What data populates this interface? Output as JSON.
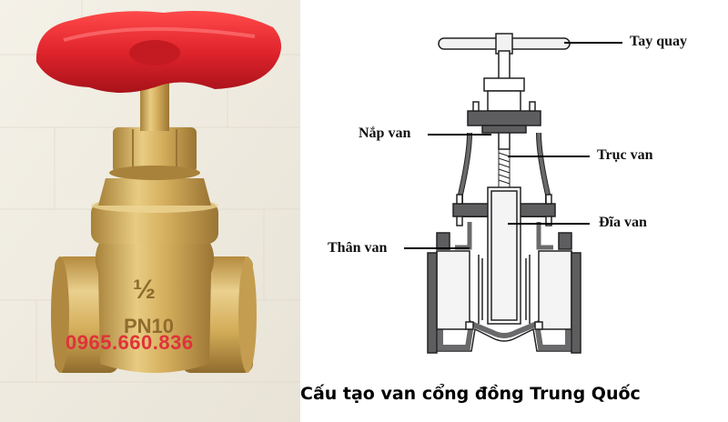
{
  "photo": {
    "phone_number": "0965.660.836",
    "body_mark_size": "½",
    "body_mark_rating": "PN10"
  },
  "diagram": {
    "labels": {
      "handwheel": "Tay quay",
      "bonnet": "Nắp van",
      "stem": "Trục van",
      "disc": "Đĩa van",
      "body": "Thân van"
    }
  },
  "caption": "Cấu tạo van cổng đồng Trung Quốc",
  "colors": {
    "handle_red": "#e0242c",
    "brass": "#d2ab57",
    "wall": "#f1ede3",
    "section_gray": "#5e5e60",
    "phone_text": "#e0323a"
  }
}
